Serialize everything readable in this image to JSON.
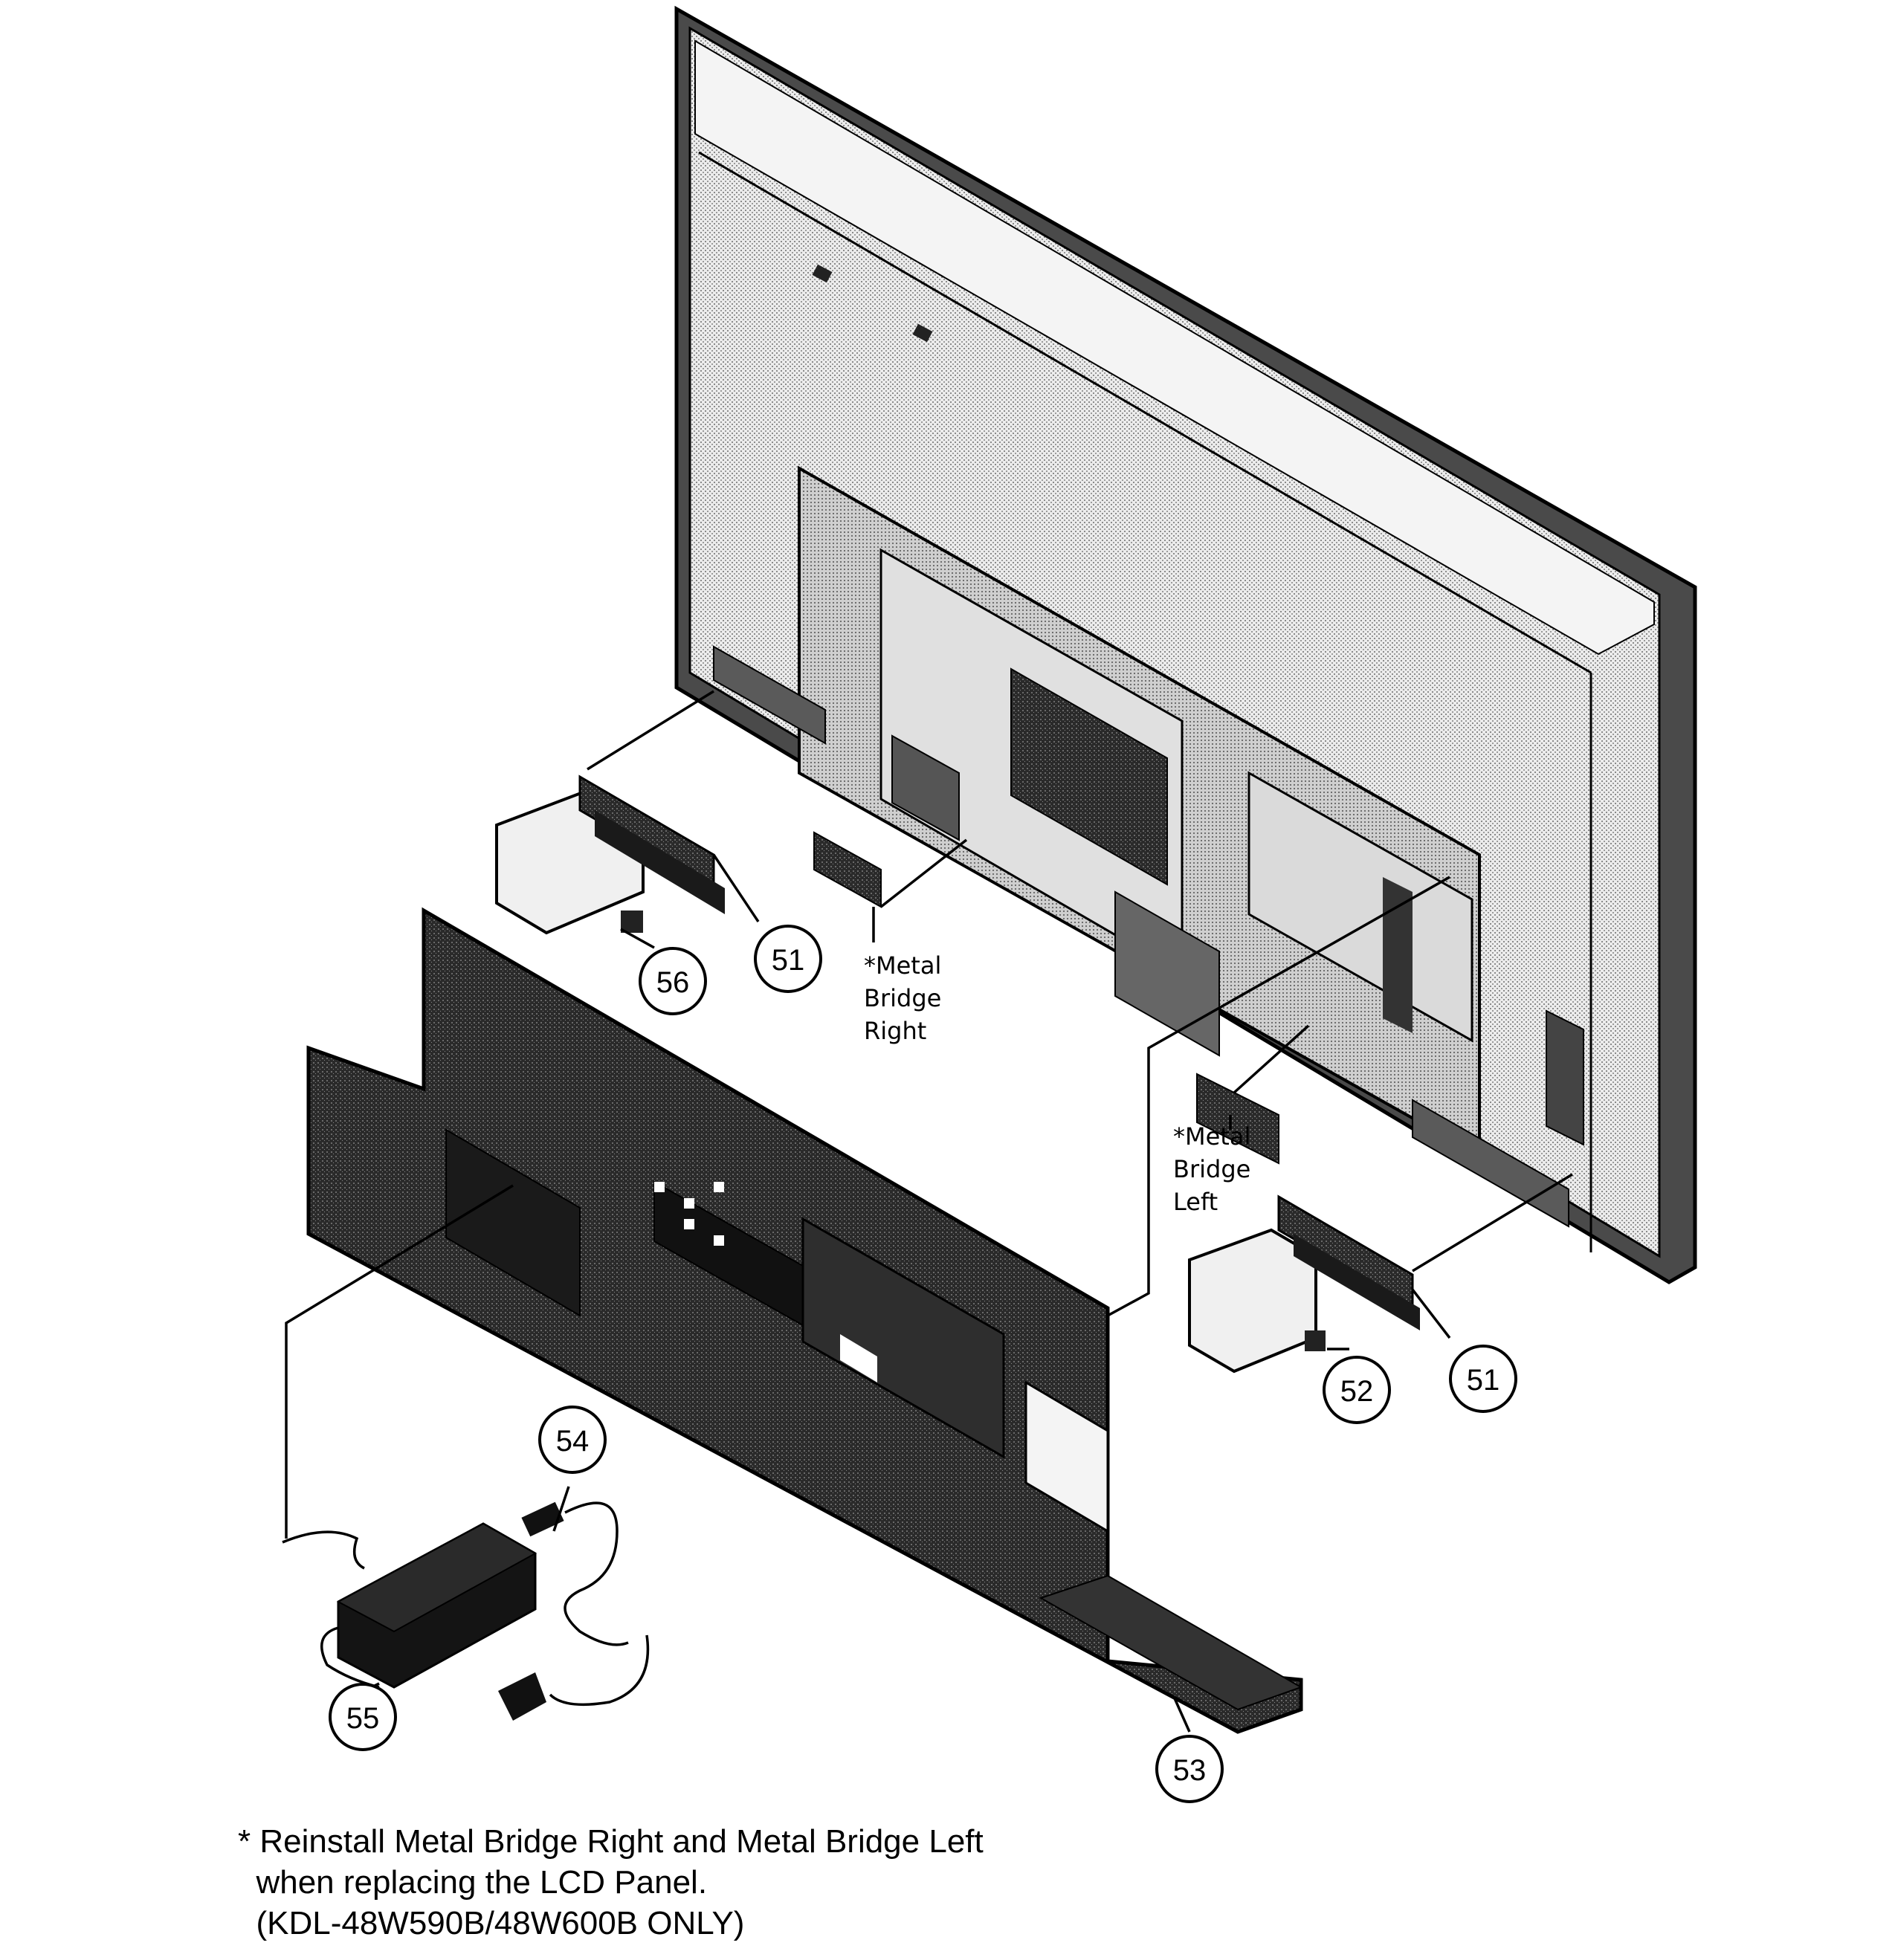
{
  "callouts": {
    "c51_left": "51",
    "c56": "56",
    "c52": "52",
    "c51_right": "51",
    "c54": "54",
    "c55": "55",
    "c53": "53"
  },
  "labels": {
    "bridge_right": [
      "*Metal",
      "Bridge",
      "Right"
    ],
    "bridge_left": [
      "*Metal",
      "Bridge",
      "Left"
    ]
  },
  "note": {
    "line1": "* Reinstall Metal Bridge Right and Metal Bridge Left",
    "line2": "  when replacing the LCD Panel.",
    "line3": "  (KDL-48W590B/48W600B ONLY)"
  },
  "colors": {
    "ink": "#000000",
    "panel_fill": "#d8d8d8",
    "cover_fill": "#3a3a3a",
    "board_fill": "#bdbdbd"
  }
}
